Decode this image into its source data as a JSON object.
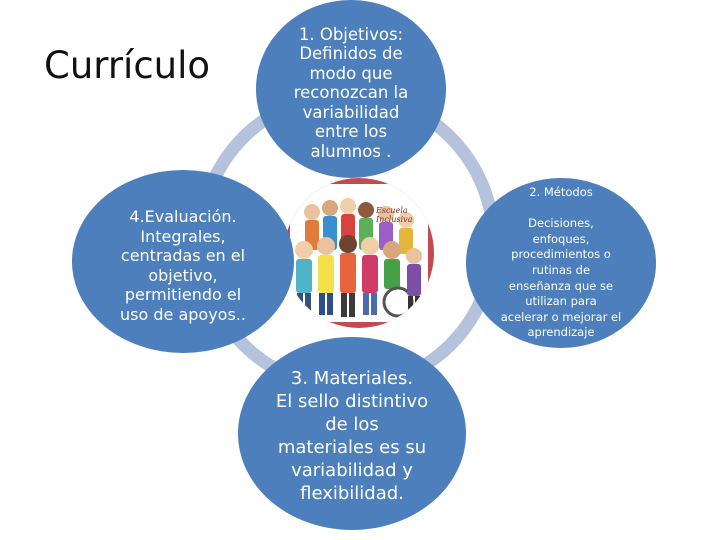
{
  "title": "Currículo",
  "nodes": {
    "objetivos": "1. Objetivos:\nDefinidos de\nmodo que\nreconozcan la\nvariabilidad\nentre los\nalumnos .",
    "metodos": "2. Métodos\n\nDecisiones,\nenfoques,\nprocedimientos o\nrutinas de\nenseñanza que se\nutilizan para\nacelerar o mejorar el\naprendizaje",
    "materiales": "3. Materiales.\nEl sello distintivo\nde los\nmateriales es su\nvariabilidad y\nflexibilidad.",
    "evaluacion": "4.Evaluación.\nIntegrales,\ncentradas en el\nobjetivo,\npermitiendo el\nuso de apoyos.."
  },
  "center_image": {
    "caption": "Escuela Inclusiva",
    "icon": "inclusive-school-children-illustration"
  },
  "colors": {
    "node_fill": "#4c7fbc",
    "ring": "#b4c2dc",
    "image_border": "#c44a52"
  }
}
